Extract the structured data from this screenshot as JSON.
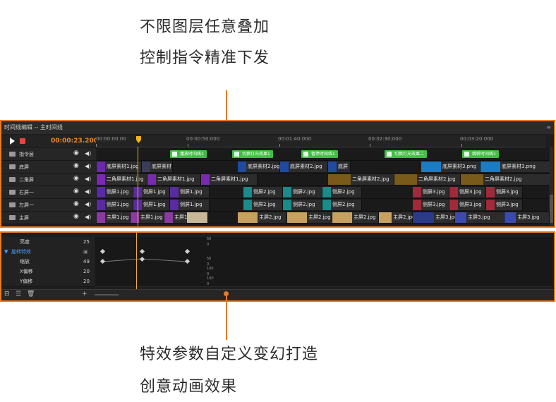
{
  "captions": {
    "top_line1": "不限图层任意叠加",
    "top_line2": "控制指令精准下发",
    "bottom_line1": "特效参数自定义变幻打造",
    "bottom_line2": "创意动画效果"
  },
  "timeline": {
    "title": "时间线编辑 -- 主时间线",
    "timecode": "00:00:23.200",
    "ruler_labels": [
      "00:00:00:00",
      "00:00:50:000",
      "00:01:40:000",
      "00:02:30:000",
      "00:03:20:000"
    ],
    "tracks": [
      {
        "name": "指令层",
        "clips": []
      },
      {
        "name": "底屏",
        "clips": [
          "底屏素材1.jpg",
          "底屏素材",
          "底屏素材2.jpg",
          "底屏素材2.jpg",
          "底屏",
          "底屏素材3.png",
          "底屏素材3.png"
        ]
      },
      {
        "name": "二角屏",
        "clips": [
          "二角屏素材1.jpg",
          "二角屏素材1.jpg",
          "二角屏素材1.jpg",
          "二角屏素材2.jpg",
          "二角屏素材2.jpg",
          "二角屏素材2.jpg"
        ]
      },
      {
        "name": "右屏一",
        "clips": [
          "侧屏1.jpg",
          "侧屏1.jpg",
          "侧屏1.jpg",
          "侧屏2.jpg",
          "侧屏2.jpg",
          "侧屏2.jpg",
          "侧屏3.jpg",
          "侧屏3.jpg",
          "侧屏3.jpg"
        ]
      },
      {
        "name": "左屏一",
        "clips": [
          "侧屏1.jpg",
          "侧屏1.jpg",
          "侧屏1.jpg",
          "侧屏2.jpg",
          "侧屏2.jpg",
          "侧屏2.jpg",
          "侧屏3.jpg",
          "侧屏3.jpg",
          "侧屏3.jpg"
        ]
      },
      {
        "name": "主屏",
        "clips": [
          "主屏1.jpg",
          "主屏1.jpg",
          "主屏1",
          "主屏2.jpg",
          "主屏2.jpg",
          "主屏2.jpg",
          "主屏2.jpg",
          "主屏3.jpg",
          "主屏3.jpg",
          "主屏3.jpg"
        ]
      }
    ],
    "commands": [
      "播放时间线1",
      "切换灯光效果1",
      "暂停时间线1",
      "切换灯光效果二",
      "跳转时间线1"
    ]
  },
  "effects": {
    "rows": [
      {
        "label": "亮度",
        "value": "25"
      },
      {
        "label": "旋转特效",
        "value": ""
      },
      {
        "label": "缩放",
        "value": "49"
      },
      {
        "label": "X偏移",
        "value": "20"
      },
      {
        "label": "Y偏移",
        "value": "20"
      }
    ],
    "lane_labels": [
      "50",
      "0",
      "50",
      "0",
      "100",
      "0",
      "100",
      "0"
    ]
  },
  "colors": {
    "accent": "#ee7a22",
    "timecode": "#f08a1c",
    "command": "#3fc040",
    "playhead": "#f3b21a"
  }
}
